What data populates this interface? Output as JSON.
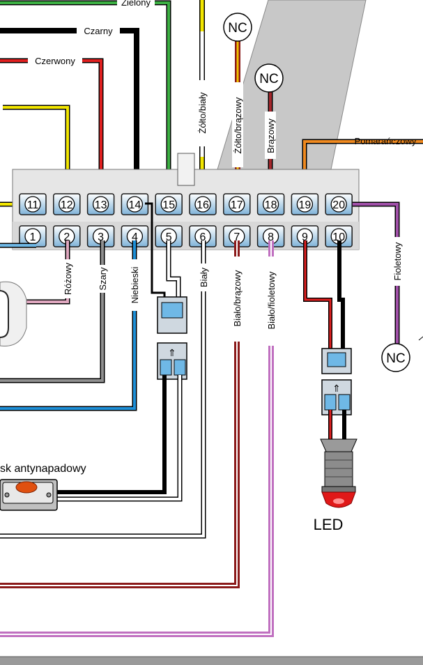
{
  "diagram": {
    "top_pins": [
      "11",
      "12",
      "13",
      "14",
      "15",
      "16",
      "17",
      "18",
      "19",
      "20"
    ],
    "bottom_pins": [
      "1",
      "2",
      "3",
      "4",
      "5",
      "6",
      "7",
      "8",
      "9",
      "10"
    ],
    "wires": {
      "zielony": "Zielony",
      "czarny": "Czarny",
      "czerwony": "Czerwony",
      "zolto_bialy": "Żółto/biały",
      "zolto_brazowy": "Żółto/brązowy",
      "brazowy": "Brązowy",
      "pomaranczowy": "Pomarańczowy",
      "rozowy": "Różowy",
      "szary": "Szary",
      "niebieski": "Niebieski",
      "bialy": "Biały",
      "bialo_brazowy": "Biało/brązowy",
      "bialo_fioletowy": "Biało/fioletowy",
      "fioletowy": "Fioletowy"
    },
    "nc_label": "NC",
    "button_label": "sk antynapadowy",
    "led_label": "LED"
  }
}
